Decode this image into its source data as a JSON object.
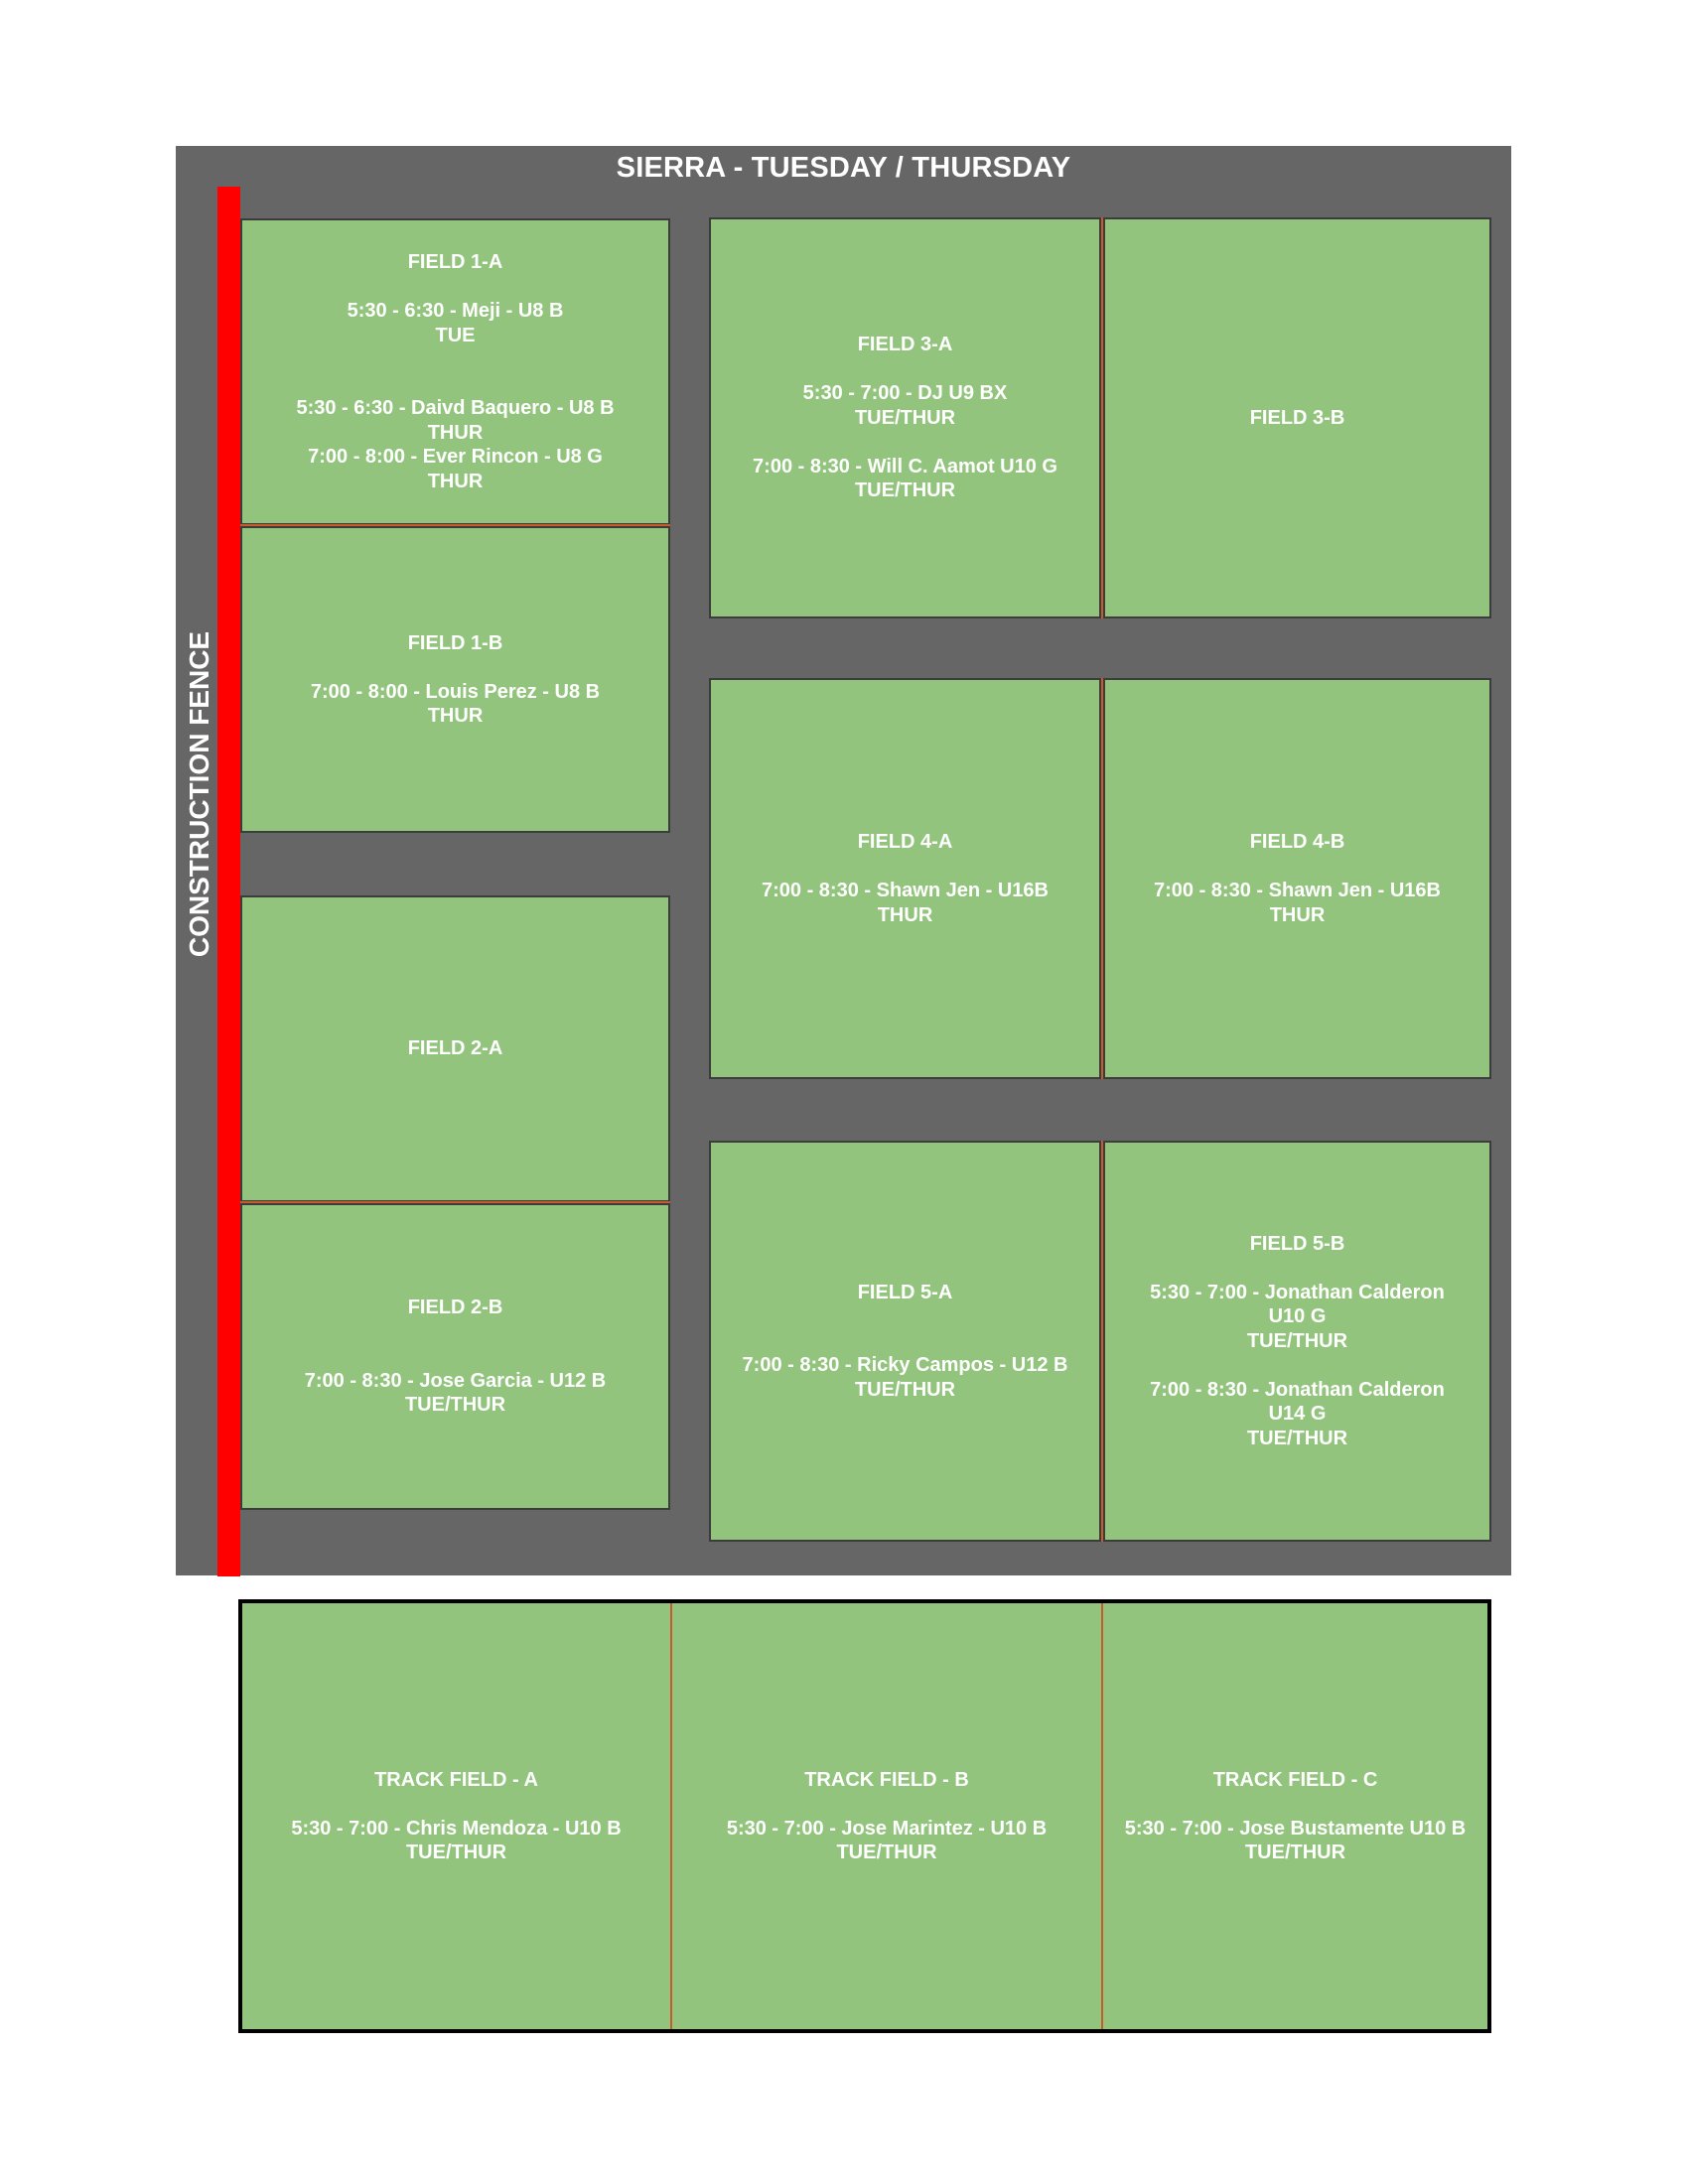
{
  "site_title": "SIERRA - TUESDAY / THURSDAY",
  "fence_label": "CONSTRUCTION FENCE",
  "colors": {
    "background": "#666666",
    "field": "#93c47d",
    "fence": "#ff0000",
    "text": "#ffffff"
  },
  "fields": {
    "f1a": {
      "text": "FIELD 1-A\n\n5:30 - 6:30 - Meji - U8 B\nTUE\n\n\n5:30 - 6:30 - Daivd Baquero - U8 B\nTHUR\n7:00 - 8:00 - Ever Rincon - U8 G\nTHUR"
    },
    "f1b": {
      "text": "FIELD 1-B\n\n7:00 - 8:00 - Louis Perez - U8 B\nTHUR"
    },
    "f2a": {
      "text": "FIELD 2-A"
    },
    "f2b": {
      "text": "FIELD 2-B\n\n\n7:00 - 8:30 - Jose Garcia - U12 B\nTUE/THUR"
    },
    "f3a": {
      "text": "FIELD 3-A\n\n5:30 - 7:00 - DJ U9 BX\nTUE/THUR\n\n7:00 - 8:30 - Will C. Aamot U10 G\nTUE/THUR"
    },
    "f3b": {
      "text": "FIELD 3-B"
    },
    "f4a": {
      "text": "FIELD 4-A\n\n7:00 - 8:30 - Shawn Jen - U16B\nTHUR"
    },
    "f4b": {
      "text": "FIELD 4-B\n\n7:00 - 8:30 - Shawn Jen - U16B\nTHUR"
    },
    "f5a": {
      "text": "FIELD 5-A\n\n\n7:00 - 8:30 - Ricky Campos - U12 B\nTUE/THUR"
    },
    "f5b": {
      "text": "FIELD 5-B\n\n5:30 - 7:00 - Jonathan Calderon\nU10 G\nTUE/THUR\n\n7:00 - 8:30 - Jonathan Calderon\nU14 G\nTUE/THUR"
    },
    "ta": {
      "text": "TRACK FIELD - A\n\n5:30 - 7:00 - Chris Mendoza - U10 B\nTUE/THUR"
    },
    "tb": {
      "text": "TRACK FIELD - B\n\n5:30 - 7:00 - Jose Marintez - U10 B\nTUE/THUR"
    },
    "tc": {
      "text": "TRACK FIELD - C\n\n5:30 - 7:00 - Jose Bustamente U10 B\nTUE/THUR"
    }
  }
}
